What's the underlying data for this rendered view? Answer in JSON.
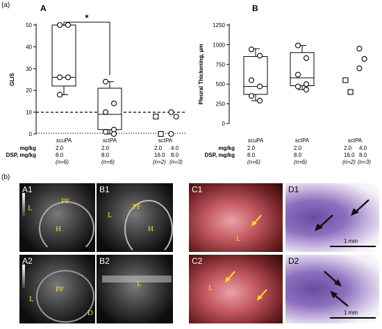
{
  "fig_label_a": "(a)",
  "fig_label_b": "(b)",
  "chart_data": [
    {
      "type": "box",
      "panel": "A",
      "ylabel": "GLIS",
      "ylim": [
        0,
        50
      ],
      "yticks": [
        0,
        10,
        20,
        30,
        40,
        50
      ],
      "categories": [
        "scuPA",
        "sctPA",
        "sctPA"
      ],
      "significance": "*",
      "reference_lines": [
        10,
        0
      ],
      "boxes": [
        {
          "q1": 22,
          "median": 26,
          "q3": 50,
          "min": 18,
          "max": 50
        },
        {
          "q1": 2,
          "median": 9,
          "q3": 21,
          "min": 0,
          "max": 24
        }
      ],
      "points": [
        {
          "group": "scuPA",
          "values": [
            50,
            50,
            26,
            26,
            18
          ]
        },
        {
          "group": "sctPA",
          "values": [
            24,
            14,
            10,
            2,
            1,
            0
          ]
        },
        {
          "group": "sctPA-2.0",
          "marker": "square",
          "values": [
            8,
            0
          ]
        },
        {
          "group": "sctPA-4.0",
          "marker": "circle",
          "values": [
            10,
            8,
            0
          ]
        }
      ],
      "row_labels": [
        "mg/kg",
        "DSP, mg/kg"
      ],
      "rows": [
        {
          "mgkg": "2.0",
          "dsp": "8.0",
          "n": "(n=6)"
        },
        {
          "mgkg": "2.0",
          "dsp": "8.0",
          "n": "(n=6)"
        },
        {
          "mgkg": "2.0",
          "dsp": "16.0",
          "n": "(n=2)"
        },
        {
          "mgkg": "4.0",
          "dsp": "8.0",
          "n": "(n=3)"
        }
      ]
    },
    {
      "type": "box",
      "panel": "B",
      "ylabel": "Pleural Thickening, µm",
      "ylim": [
        0,
        1250
      ],
      "yticks": [
        0,
        250,
        500,
        750,
        1000,
        1250
      ],
      "categories": [
        "scuPA",
        "sctPA",
        "sctPA"
      ],
      "boxes": [
        {
          "q1": 370,
          "median": 470,
          "q3": 850,
          "min": 290,
          "max": 950
        },
        {
          "q1": 480,
          "median": 580,
          "q3": 900,
          "min": 430,
          "max": 990
        }
      ],
      "points": [
        {
          "group": "scuPA",
          "values": [
            940,
            860,
            550,
            470,
            350,
            290
          ]
        },
        {
          "group": "sctPA",
          "values": [
            990,
            830,
            620,
            500,
            470,
            430
          ]
        },
        {
          "group": "sctPA-4.0",
          "marker": "circle",
          "values": [
            950,
            820,
            700
          ]
        },
        {
          "group": "sctPA-2.0",
          "marker": "square",
          "values": [
            550,
            400
          ]
        }
      ],
      "row_labels": [
        "mg/kg",
        "DSP, mg/kg"
      ],
      "rows": [
        {
          "mgkg": "2.0",
          "dsp": "8.0",
          "n": "(n=6)"
        },
        {
          "mgkg": "2.0",
          "dsp": "8.0",
          "n": "(n=6)"
        },
        {
          "mgkg": "2.0",
          "dsp": "16.0",
          "n": "(n=2)"
        },
        {
          "mgkg": "4.0",
          "dsp": "8.0",
          "n": "(n=3)"
        }
      ]
    }
  ],
  "photos": {
    "A1": {
      "label": "A1",
      "marks": [
        "PF",
        "L",
        "H"
      ]
    },
    "B1": {
      "label": "B1",
      "marks": [
        "PF",
        "L",
        "H"
      ]
    },
    "C1": {
      "label": "C1",
      "marks": [
        "L"
      ]
    },
    "D1": {
      "label": "D1",
      "scale": "1 mm"
    },
    "A2": {
      "label": "A2",
      "marks": [
        "PF",
        "L",
        "D"
      ]
    },
    "B2": {
      "label": "B2",
      "marks": [
        "L"
      ]
    },
    "C2": {
      "label": "C2",
      "marks": [
        "L"
      ]
    },
    "D2": {
      "label": "D2",
      "scale": "1 mm"
    }
  },
  "colors": {
    "annotation": "#ffe01a",
    "arrow": "#111111"
  }
}
